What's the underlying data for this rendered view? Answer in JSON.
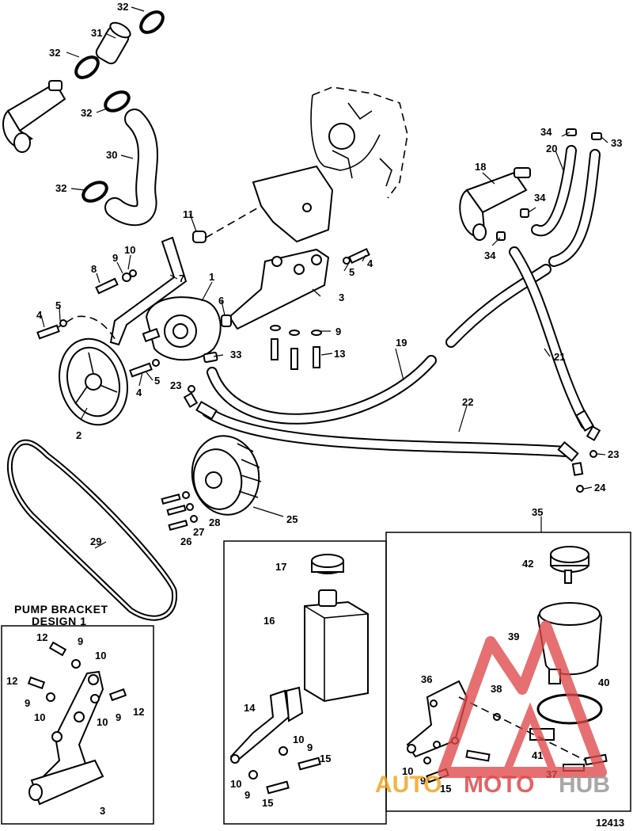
{
  "diagram": {
    "figure_number": "12413",
    "inset_title": [
      "PUMP BRACKET",
      "DESIGN 1"
    ],
    "watermark": {
      "brand": "AUTOMOTOHUB",
      "part_auto": "AUTO",
      "part_moto": "MOTO",
      "part_hub": "HUB",
      "colors": {
        "logo_red": "#e0484a",
        "auto_orange": "#f2a623",
        "hub_gray": "#9a9a9a"
      }
    },
    "callouts": {
      "c1": "1",
      "c2": "2",
      "c3": "3",
      "c4a": "4",
      "c4b": "4",
      "c4c": "4",
      "c5a": "5",
      "c5b": "5",
      "c5c": "5",
      "c6": "6",
      "c7": "7",
      "c8": "8",
      "c9a": "9",
      "c9b": "9",
      "c10a": "10",
      "c11": "11",
      "c13": "13",
      "c18": "18",
      "c19": "19",
      "c20": "20",
      "c21": "21",
      "c22": "22",
      "c23a": "23",
      "c23b": "23",
      "c24": "24",
      "c25": "25",
      "c26": "26",
      "c27": "27",
      "c28": "28",
      "c29": "29",
      "c30": "30",
      "c31": "31",
      "c32a": "32",
      "c32b": "32",
      "c32c": "32",
      "c32d": "32",
      "c33a": "33",
      "c33b": "33",
      "c34a": "34",
      "c34b": "34",
      "c34c": "34",
      "c35": "35",
      "c12a": "12",
      "c12b": "12",
      "c12c": "12",
      "c9c": "9",
      "c9d": "9",
      "c9e": "9",
      "c10b": "10",
      "c10c": "10",
      "c10d": "10",
      "c3b": "3",
      "c16": "16",
      "c17": "17",
      "c14": "14",
      "c10e": "10",
      "c9f": "9",
      "c15a": "15",
      "c10f": "10",
      "c9g": "9",
      "c15b": "15",
      "c42": "42",
      "c39": "39",
      "c40": "40",
      "c36": "36",
      "c38": "38",
      "c41": "41",
      "c37": "37",
      "c10g": "10",
      "c9h": "9",
      "c15c": "15"
    }
  }
}
